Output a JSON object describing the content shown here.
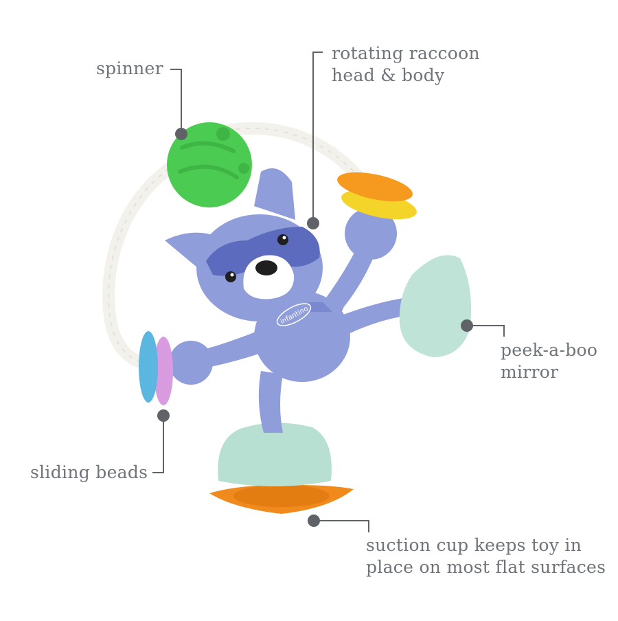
{
  "callouts": {
    "spinner": {
      "lines": [
        "spinner"
      ]
    },
    "raccoon": {
      "lines": [
        "rotating raccoon",
        "head & body"
      ]
    },
    "mirror": {
      "lines": [
        "peek-a-boo",
        "mirror"
      ]
    },
    "beads": {
      "lines": [
        "sliding beads"
      ]
    },
    "suction": {
      "lines": [
        "suction cup keeps toy in",
        "place on most flat surfaces"
      ]
    }
  },
  "toy": {
    "brand_text": "infantino"
  },
  "colors": {
    "raccoon_body": "#8f9ddb",
    "raccoon_shadow": "#7a89cf",
    "mask": "#5c6bbd",
    "face_white": "#ffffff",
    "spinner_green": "#4ccb52",
    "ring_white": "#f3f1ec",
    "mirror_mint": "#bfe3d6",
    "base_mint": "#b7e0d2",
    "suction_orange": "#f08a1c",
    "bead_orange": "#f59a1e",
    "bead_yellow": "#f5d42a",
    "bead_blue": "#5bb7e0",
    "bead_pink": "#d99be0",
    "leader_line": "#5f6368"
  }
}
